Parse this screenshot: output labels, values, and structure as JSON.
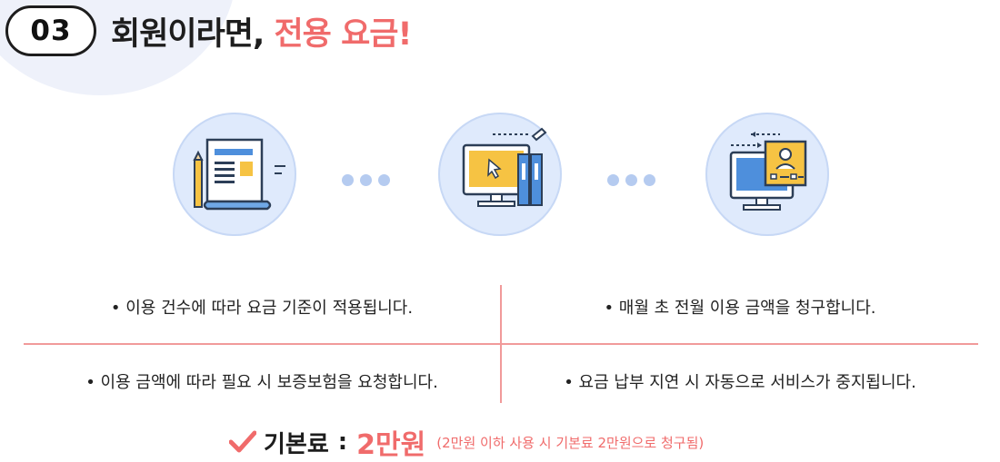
{
  "header": {
    "step_number": "03",
    "title_main": "회원이라면, ",
    "title_accent": "전용 요금!"
  },
  "steps": [
    {
      "icon": "document-pencil-icon"
    },
    {
      "icon": "monitor-binders-icon"
    },
    {
      "icon": "monitor-profile-icon"
    }
  ],
  "terms": [
    "• 이용 건수에 따라 요금 기준이 적용됩니다.",
    "• 매월 초 전월 이용 금액을 청구합니다.",
    "• 이용 금액에 따라 필요 시 보증보험을 요청합니다.",
    "• 요금 납부 지연 시 자동으로 서비스가 중지됩니다."
  ],
  "fee": {
    "label": "기본료",
    "colon": ":",
    "amount": "2만원",
    "note": "(2만원 이하 사용 시 기본료 2만원으로 청구됨)"
  },
  "colors": {
    "accent": "#f06b6b",
    "circle_bg": "#dfeafc",
    "divider": "#f19a9a"
  }
}
